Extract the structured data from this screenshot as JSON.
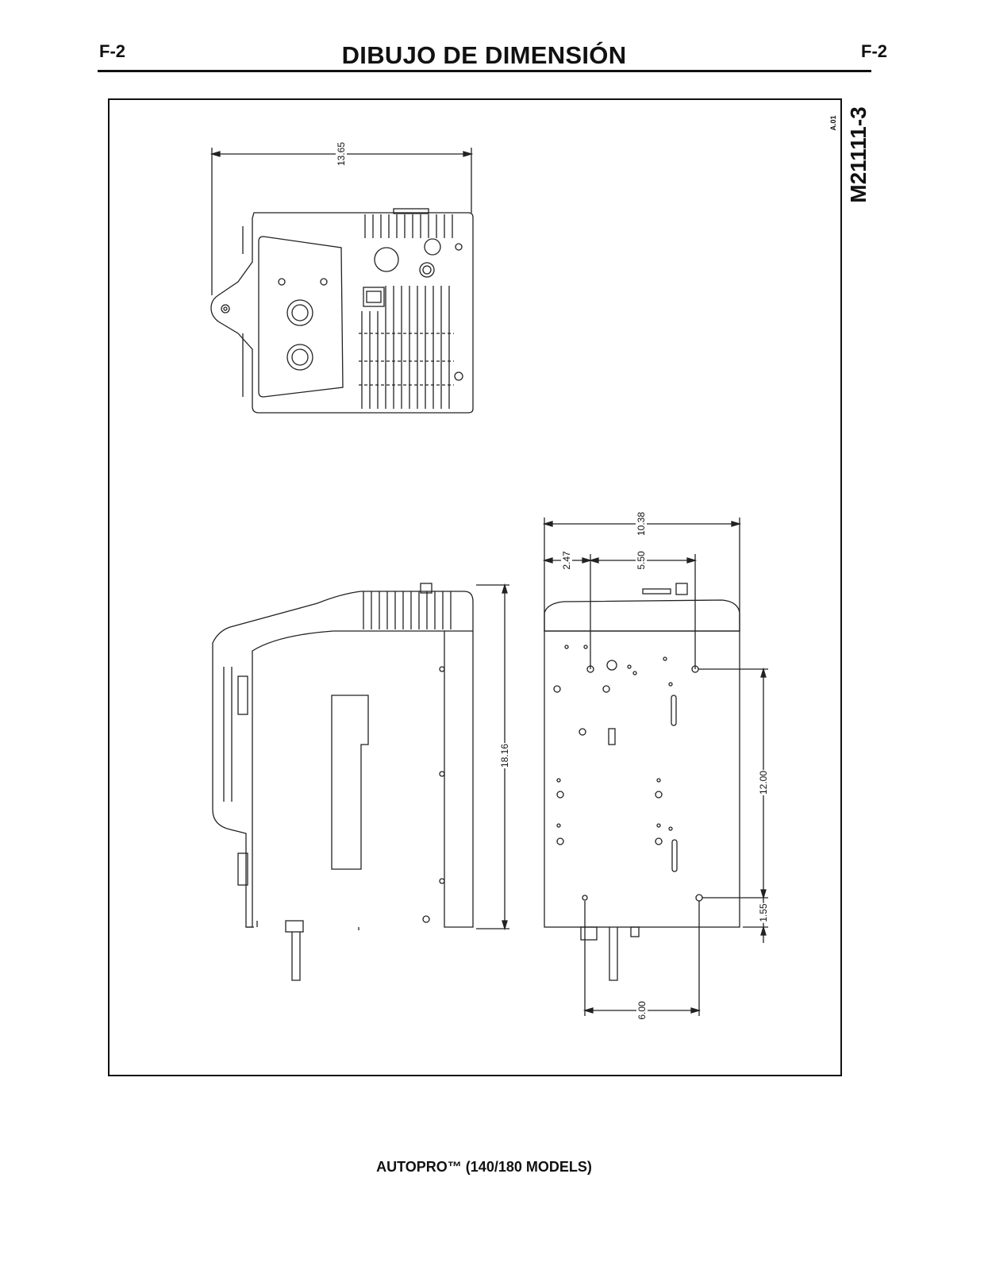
{
  "header": {
    "page_left": "F-2",
    "page_right": "F-2",
    "title": "DIBUJO DE DIMENSIÓN"
  },
  "drawing": {
    "number": "M21111-3",
    "revision": "A.01",
    "dimensions": {
      "top_width": "13.65",
      "overall_width": "10.38",
      "left_offset": "2.47",
      "hole_spacing": "5.50",
      "height": "18.16",
      "hole_depth": "12.00",
      "edge_offset": "1.55",
      "bottom_spacing": "6.00"
    }
  },
  "footer": {
    "model": "AUTOPRO™ (140/180 MODELS)"
  }
}
